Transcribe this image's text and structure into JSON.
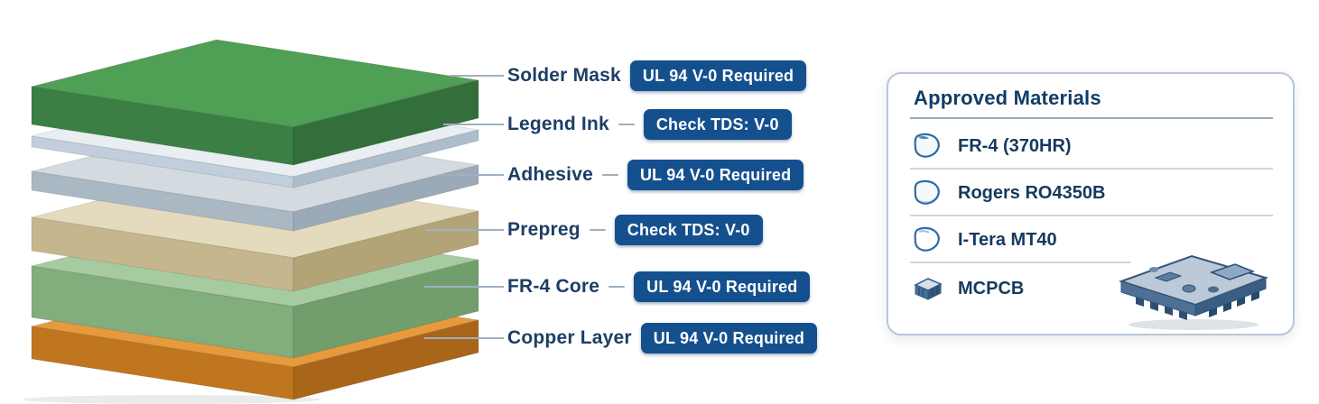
{
  "stack": {
    "rows": [
      {
        "label": "Solder Mask",
        "badge": "UL 94 V-0 Required"
      },
      {
        "label": "Legend Ink",
        "badge": "Check TDS: V-0"
      },
      {
        "label": "Adhesive",
        "badge": "UL 94 V-0 Required"
      },
      {
        "label": "Prepreg",
        "badge": "Check TDS: V-0"
      },
      {
        "label": "FR-4 Core",
        "badge": "UL 94 V-0 Required"
      },
      {
        "label": "Copper Layer",
        "badge": "UL 94 V-0 Required"
      }
    ],
    "layers": [
      {
        "name": "solder-mask",
        "top": "#4f9f55",
        "front": "#3c7f44",
        "side": "#336e3b"
      },
      {
        "name": "legend-ink",
        "top": "#e9eef3",
        "front": "#c2cedb",
        "side": "#aebdcc"
      },
      {
        "name": "adhesive",
        "top": "#d3dae0",
        "front": "#aab8c4",
        "side": "#9aaab8"
      },
      {
        "name": "prepreg",
        "top": "#e4dabd",
        "front": "#c6b68d",
        "side": "#b3a478"
      },
      {
        "name": "fr4-core",
        "top": "#a6cba0",
        "front": "#82ad7c",
        "side": "#729e6d"
      },
      {
        "name": "copper",
        "top": "#e79a3d",
        "front": "#c0761f",
        "side": "#a9661a"
      }
    ]
  },
  "card": {
    "title": "Approved Materials",
    "items": [
      {
        "label": "FR-4 (370HR)",
        "icon": "droplet-icon"
      },
      {
        "label": "Rogers RO4350B",
        "icon": "droplet-icon"
      },
      {
        "label": "I-Tera MT40",
        "icon": "droplet-icon"
      },
      {
        "label": "MCPCB",
        "icon": "mcpcb-block-icon"
      }
    ]
  },
  "colors": {
    "badge_bg": "#15508e",
    "badge_text": "#ffffff",
    "label_text": "#1d3e66",
    "leader_line": "#9fb0bf",
    "card_border": "#b7c6d8",
    "card_title_text": "#0f3d68"
  }
}
